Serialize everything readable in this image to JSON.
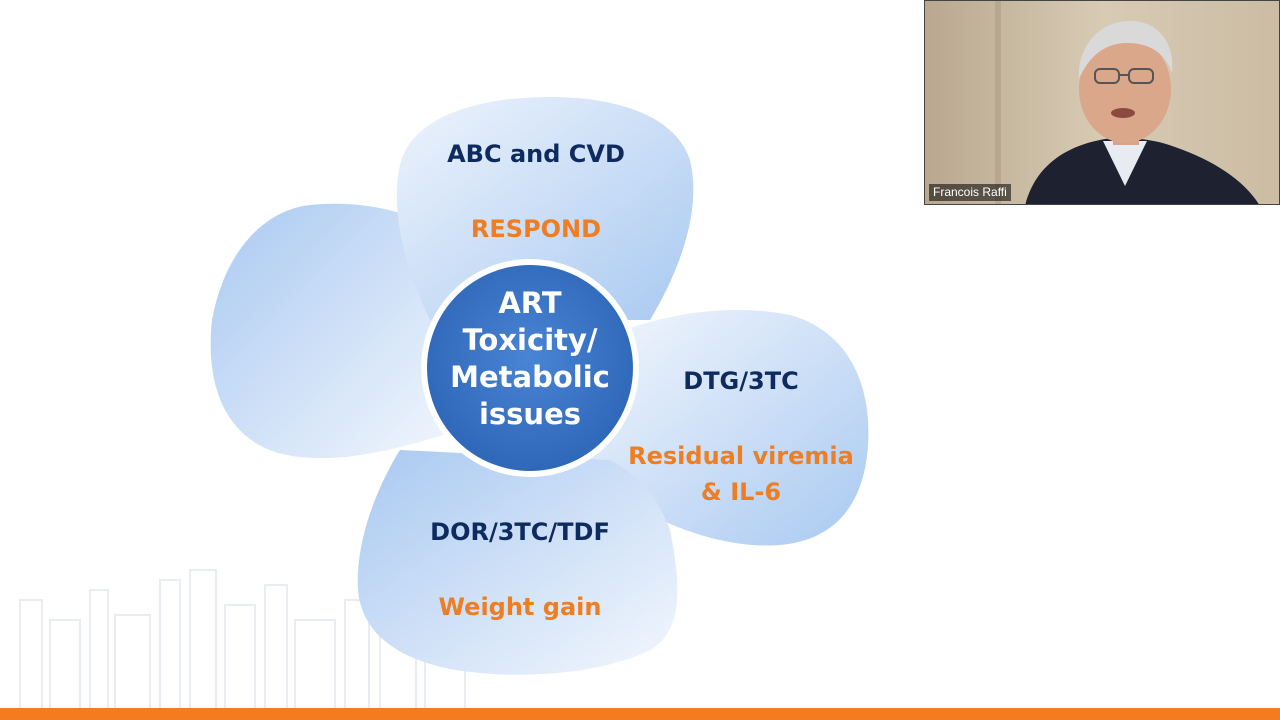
{
  "slide": {
    "center": {
      "lines": [
        "ART",
        "Toxicity/",
        "Metabolic",
        "issues"
      ]
    },
    "petals": {
      "top": {
        "heading": "ABC and CVD",
        "sub": "RESPOND"
      },
      "right": {
        "heading": "DTG/3TC",
        "sub_line1": "Residual viremia",
        "sub_line2": "& IL-6"
      },
      "bottom": {
        "heading": "DOR/3TC/TDF",
        "sub": "Weight gain"
      },
      "left": {
        "heading": "",
        "sub": ""
      }
    },
    "colors": {
      "heading": "#0d2b5e",
      "highlight": "#ef7d22",
      "center": "#3a73c6",
      "petal": "#b8d3f4",
      "bar": "#f47b20"
    }
  },
  "video": {
    "participant_name": "Francois Raffi"
  }
}
